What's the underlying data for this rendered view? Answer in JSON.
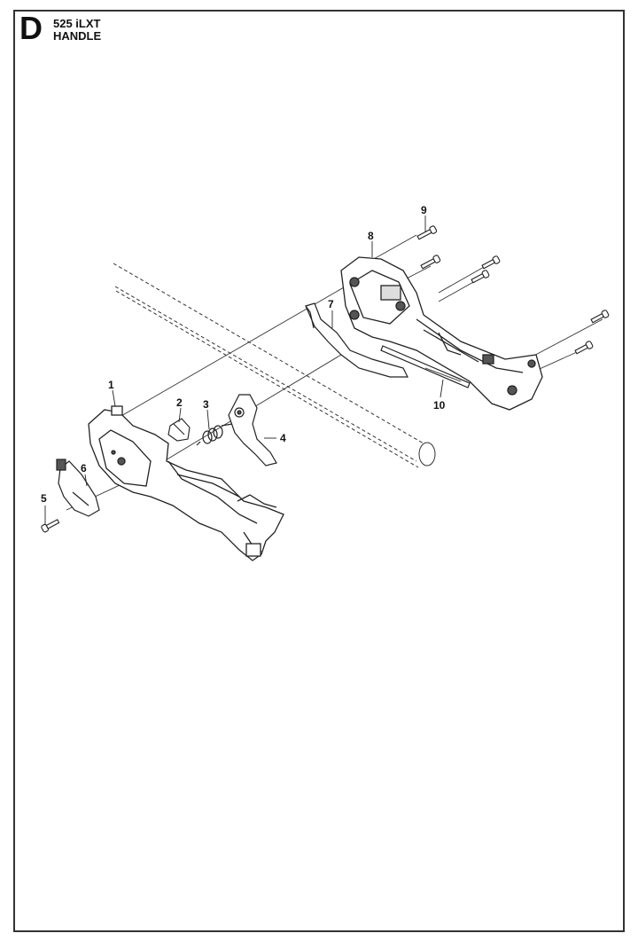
{
  "header": {
    "section_letter": "D",
    "model": "525 iLXT",
    "title": "HANDLE"
  },
  "callouts": [
    "1",
    "2",
    "3",
    "4",
    "5",
    "6",
    "7",
    "8",
    "9",
    "10"
  ],
  "colors": {
    "line": "#222222",
    "fill": "#ffffff",
    "shade": "#555555",
    "frame": "#333333"
  }
}
